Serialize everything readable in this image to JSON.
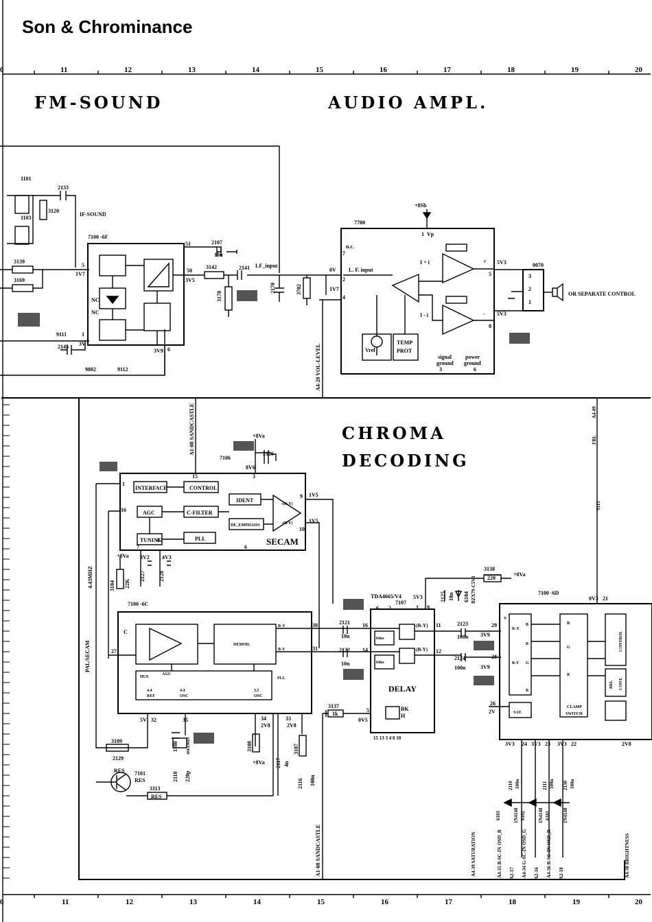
{
  "page_title": "Son & Chrominance",
  "ruler_labels": [
    "0",
    "11",
    "12",
    "13",
    "14",
    "15",
    "16",
    "17",
    "18",
    "19",
    "20"
  ],
  "sections": {
    "fm_sound": "FM-SOUND",
    "audio_ampl": "AUDIO AMPL.",
    "chroma": "CHROMA",
    "decoding": "DECODING"
  },
  "fm": {
    "c1101": "1101",
    "c1103": "1103",
    "c2133": "2133",
    "c3120": "3120",
    "if_sound": "IF-SOUND",
    "ic7100": "7100 -6F",
    "r3139": "3139",
    "r3169": "3169",
    "v1v7": "1V7",
    "pin5": "5",
    "pin51": "51",
    "pin50": "50",
    "pin1": "1",
    "pin6": "6",
    "v3v5": "3V5",
    "v3v": "3V",
    "v3v9": "3V9",
    "nc": "NC",
    "n9111": "9111",
    "c2145": "2145",
    "n9802": "9802",
    "n9112": "9112",
    "c2107": "2107",
    "c2107v": "10u",
    "r3142": "3142",
    "c2141": "2141",
    "lf_input": "LF_input",
    "r3170": "3170",
    "c2170": "2170",
    "r3702": "3702",
    "v0v": "0V",
    "v1v7b": "1V7"
  },
  "audio": {
    "ic7700": "7700",
    "supply": "+8Sb",
    "vp": "Vp",
    "pin1": "1",
    "nc": "n.c.",
    "pin7": "7",
    "lf_input": "L. F. input",
    "pin2": "2",
    "pin4": "4",
    "ipi": "I + i",
    "imi": "I - i",
    "plus": "+",
    "minus": "-",
    "v5v3": "5V3",
    "v5v3b": "5V3",
    "pin5": "5",
    "pin8": "8",
    "vref": "Vref",
    "temp": "TEMP",
    "prot": "PROT",
    "signal_ground": "signal",
    "signal_ground2": "ground",
    "power_ground": "power",
    "power_ground2": "ground",
    "pin3": "3",
    "pin6": "6",
    "conn0070": "0070",
    "cp3": "3",
    "cp2": "2",
    "cp1": "1",
    "speaker_note": "OR SEPARATE CONTROL",
    "vol_level": "A4-28  VOL-LEVEL"
  },
  "secam": {
    "sandcastle": "A1-08  SANDCASTLE",
    "supply": "+8Va",
    "c2126": "2126",
    "ic7106": "7106",
    "v8v6": "8V6",
    "pin3": "3",
    "pin15": "15",
    "interface": "INTERFACE",
    "control": "CONTROL",
    "ident": "IDENT",
    "agc": "AGC",
    "cfilter": "C-FILTER",
    "deemph": "DE_EMPHASIS",
    "tuning": "TUNING",
    "pll": "PLL",
    "secam": "SECAM",
    "ry": "-(R-Y)",
    "by": "-(B-Y)",
    "pin9": "9",
    "pin10": "10",
    "v1v5a": "1V5",
    "v1v5b": "1V5",
    "pin1": "1",
    "pin16": "16",
    "pin7": "7",
    "pin8": "8",
    "pin6": "6",
    "v3v2": "3V2",
    "v4v3": "4V3",
    "c2127": "2127",
    "c2128": "2128",
    "r3104": "3104",
    "supply2": "+8Va",
    "xtal": "4.43MHZ",
    "r3104v": "22K"
  },
  "decoder": {
    "ic": "7100 -6C",
    "pal_secam": "PAL/SECAM",
    "pin27": "27",
    "c": "C",
    "demod": "DEMOD.",
    "hue": "HUE",
    "agc": "AGC",
    "ref": "REF",
    "osc": "OSC",
    "osc2": "OSC",
    "pll": "PLL",
    "a44": "4.4",
    "b44": "4.4",
    "c35": "3.5",
    "ry": "R-Y",
    "by": "B-Y",
    "pin30": "30",
    "pin31": "31",
    "v5v": "5V",
    "pin32": "32",
    "pin35": "35",
    "pin34": "34",
    "pin33": "33",
    "v2v8a": "2V8",
    "v2v8b": "2V8",
    "r3109": "3109",
    "c2129": "2129",
    "res": "RES",
    "q7101": "7101",
    "r3113": "3113",
    "res2": "RES",
    "x1180": "1180",
    "x1180f": "4MA3619",
    "c2118": "2118",
    "c2118v": "220p",
    "r3108": "3108",
    "supply": "+8Va",
    "c2117": "2117",
    "c2117v": "4n",
    "r3107": "3107",
    "c2116": "2116",
    "c2116v": "100n",
    "sandcastle2": "A1-08  SANDCASTLE"
  },
  "delay": {
    "ic": "TDA4665/V4",
    "ic2": "7107",
    "pin6": "6",
    "pin2": "2",
    "c2121": "2121",
    "c2121v": "10n",
    "c2122": "2122",
    "c2122v": "10n",
    "pin16": "16",
    "pin14": "14",
    "pin11": "11",
    "pin12": "12",
    "ry": "-(R-Y)",
    "by": "-(B-Y)",
    "d64a": "64us",
    "d64b": "64us",
    "label": "DELAY",
    "bk": "BK",
    "h": "H",
    "pin5": "5",
    "v0v5": "0V5",
    "r3137": "3137",
    "r3137v": "1k",
    "pins_bottom": "15  13  3  4  8  10",
    "v5v3": "5V3",
    "pin1": "1",
    "pin9": "9",
    "c2125": "2125",
    "c2125v": "10n",
    "d6104": "6104",
    "zener": "BZX79-C5V1",
    "r3138": "3138",
    "r3138v": "220",
    "supply": "+8Va",
    "c2123": "2123",
    "c2123v": "100n",
    "c2124": "2124",
    "c2124v": "100n",
    "v3v9a": "3V9",
    "v3v9b": "3V9",
    "pin29": "29",
    "pin28": "28"
  },
  "rgb": {
    "ic": "7100 -6D",
    "v0v3": "0V3",
    "pin21": "21",
    "fbl": "FBL",
    "a409": "A4-09",
    "n915": "9115",
    "y": "Y",
    "ry": "R-Y",
    "by": "B-Y",
    "r": "R",
    "g": "G",
    "b": "B",
    "sat": "SAT.",
    "clamp": "CLAMP",
    "switch": "SWITCH",
    "control": "CONTROL",
    "bri": "BRI.",
    "cont": "CONT.",
    "pin26": "26",
    "v2v": "2V",
    "pin24": "24",
    "pin23": "23",
    "pin22": "22",
    "v3v3a": "3V3",
    "v3v3b": "3V3",
    "v3v3c": "3V3",
    "v2v8": "2V8",
    "c2110": "2110",
    "c2111": "2111",
    "c2130": "2130",
    "cap100n": "100n",
    "d6103": "6103",
    "d6102": "6102",
    "d6101": "6101",
    "in4148": "1N4148",
    "saturation": "A4-39  SATURATION",
    "osd_b": "OSD_B",
    "osd_g": "OSD_G",
    "osd_r": "OSD_R",
    "bsc": "A4-35  B-SC-IN",
    "gsc": "A4-34  G-SC-IN",
    "rsc": "A4-36  R-SC-IN",
    "a217": "A2-17",
    "a216": "A2-16",
    "a218": "A2-18",
    "brightness": "A4-38  BRIGHTNESS"
  },
  "colors": {
    "ink": "#000000",
    "paper": "#ffffff",
    "shade": "#555555"
  }
}
